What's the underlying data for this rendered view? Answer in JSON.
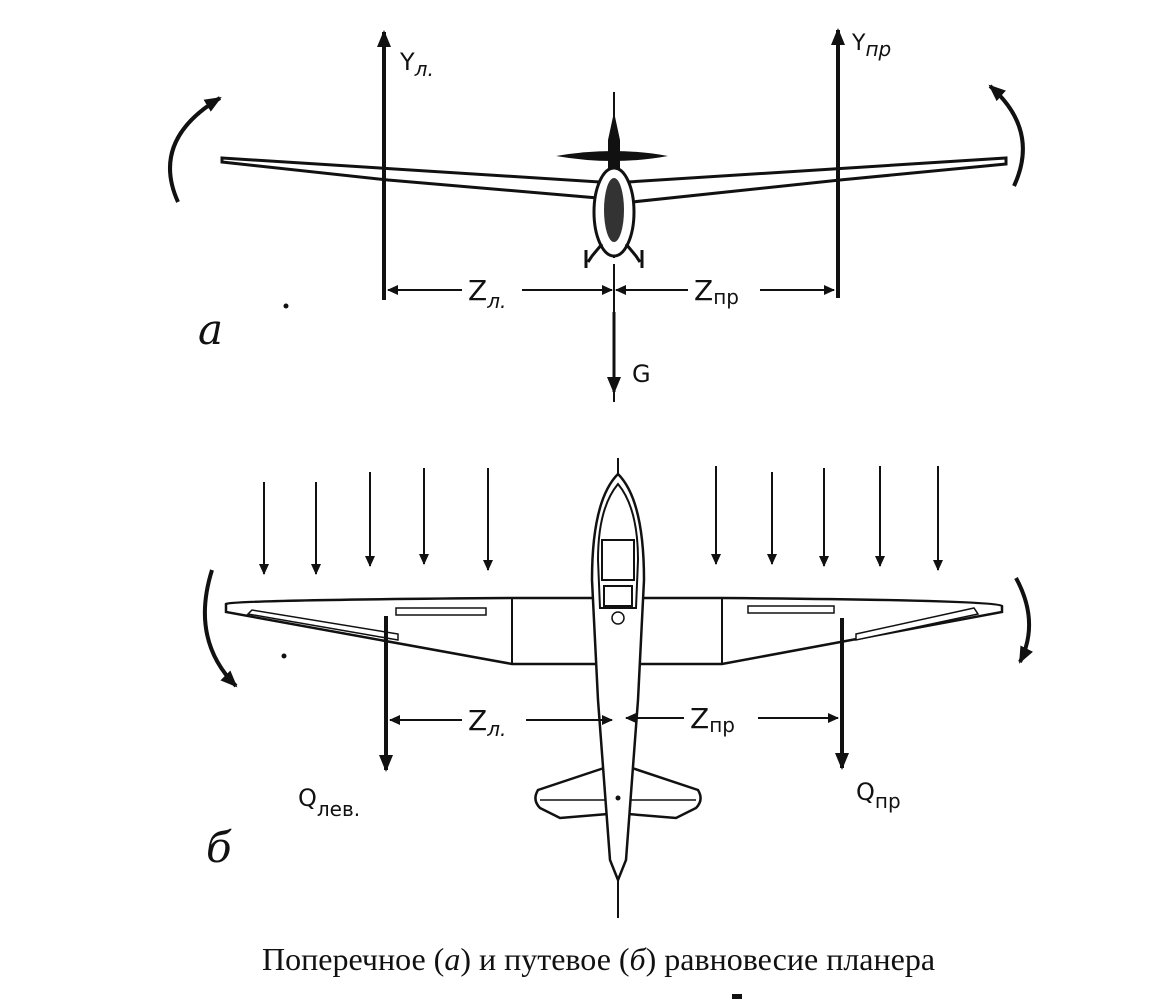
{
  "diagram_a": {
    "panel_letter": "а",
    "lift_left": {
      "main": "Y",
      "sub": "л."
    },
    "lift_right": {
      "main": "Y",
      "sub": "пр"
    },
    "arm_left": {
      "main": "Z",
      "sub": "л."
    },
    "arm_right": {
      "main": "Z",
      "sub": "пр"
    },
    "weight": "G"
  },
  "diagram_b": {
    "panel_letter": "б",
    "arm_left": {
      "main": "Z",
      "sub": "л."
    },
    "arm_right": {
      "main": "Z",
      "sub": "пр"
    },
    "drag_left": {
      "main": "Q",
      "sub": "лев."
    },
    "drag_right": {
      "main": "Q",
      "sub": "пр"
    }
  },
  "caption": {
    "before_a": "Поперечное (",
    "a": "а",
    "between": ") и путевое (",
    "b": "б",
    "after_b": ") равновесие планера"
  }
}
